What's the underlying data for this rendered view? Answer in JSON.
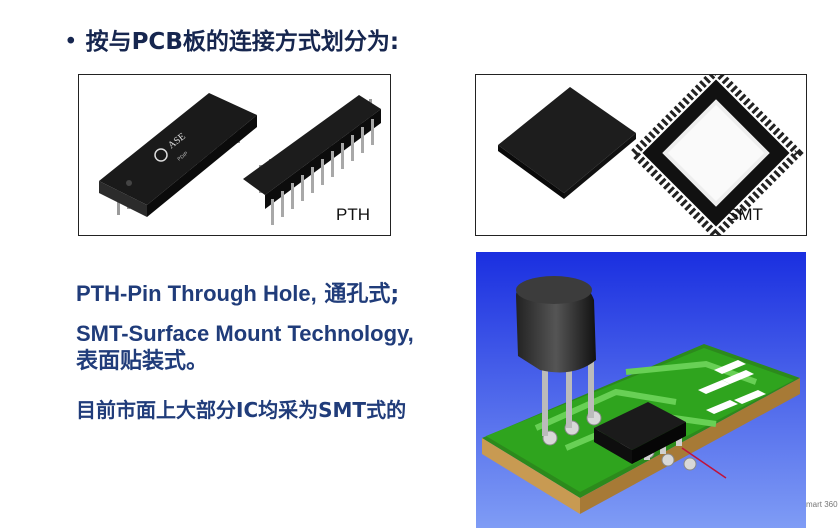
{
  "title": {
    "bullet": "•",
    "text": "按与PCB板的连接方式划分为:"
  },
  "figures": {
    "pth_label": "PTH",
    "dip_chip_text": "ASE",
    "dip_chip_subtext": "PDIP",
    "smt_label": "SMT"
  },
  "body": {
    "pth_line_en": "PTH-Pin Through Hole,",
    "pth_line_cn": " 通孔式;",
    "smt_line_en": "SMT-Surface Mount Technology,",
    "smt_line_cn": "表面贴装式。",
    "note": "目前市面上大部分IC均采为SMT式的"
  },
  "watermark": "mart 360"
}
